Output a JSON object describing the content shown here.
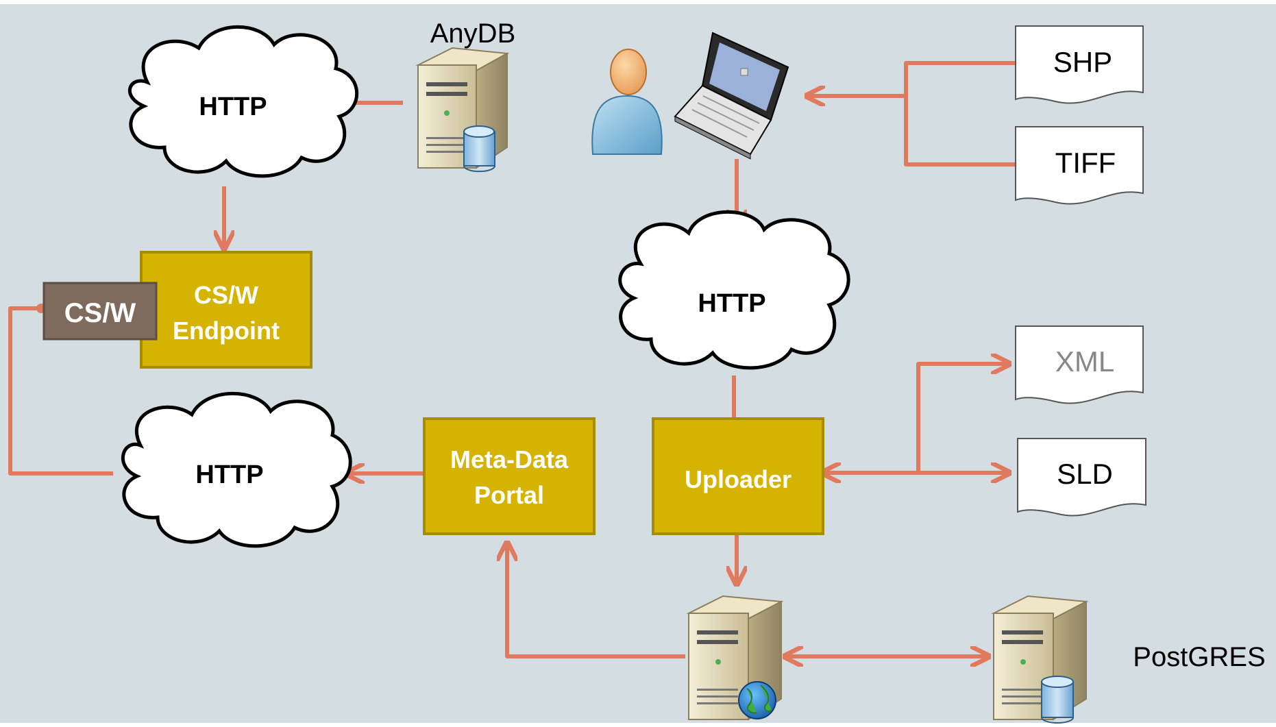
{
  "labels": {
    "anydb": "AnyDB",
    "postgres": "PostGRES"
  },
  "clouds": {
    "http_top_left": "HTTP",
    "http_center": "HTTP",
    "http_bottom_left": "HTTP"
  },
  "boxes": {
    "csw_endpoint_line1": "CS/W",
    "csw_endpoint_line2": "Endpoint",
    "csw_tab": "CS/W",
    "metadata_line1": "Meta-Data",
    "metadata_line2": "Portal",
    "uploader": "Uploader"
  },
  "documents": {
    "shp": "SHP",
    "tiff": "TIFF",
    "xml": "XML",
    "sld": "SLD"
  },
  "colors": {
    "background": "#d3dde2",
    "box_fill": "#d4b400",
    "box_border": "#a58c00",
    "box_text": "#ffffff",
    "tab_fill": "#7e6b5d",
    "arrow": "#e07a5f",
    "document_text": "#000000",
    "document_text_faded": "#888888"
  },
  "icons": {
    "user": "user-icon",
    "laptop": "laptop-icon",
    "db_server": "database-server-icon",
    "web_server": "web-server-icon"
  }
}
